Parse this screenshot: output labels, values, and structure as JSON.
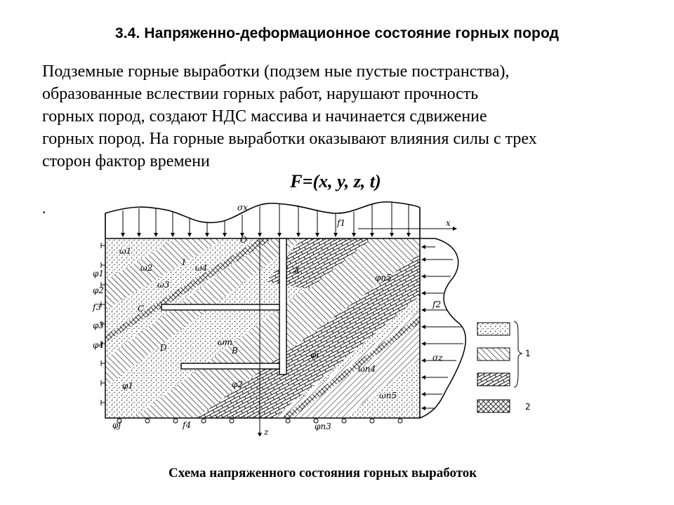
{
  "slide": {
    "title": "3.4. Напряженно-деформационное  состояние горных пород",
    "paragraph_lines": [
      "Подземные горные выработки (подзем ные пустые постранства),",
      "образованные вслествии горных работ, нарушают  прочность",
      "горных пород,  создают НДС массива  и начинается сдвижение",
      "горных пород. На горные выработки оказывают влияния силы с трех",
      "сторон фактор времени"
    ],
    "formula": "F=(x, y, z, t)",
    "bullet_dot": ".",
    "caption": "Схема напряженного состояния горных выработок"
  },
  "diagram": {
    "labels": {
      "sigma_x": "σx",
      "sigma_z": "σz",
      "axis_x": "x",
      "axis_z": "z",
      "f1": "f1",
      "f2": "f2",
      "f3": "f3",
      "f4": "f4",
      "omega1": "ω1",
      "omega2": "ω2",
      "omega3": "ω3",
      "omega4": "ω4",
      "omega_m": "ωm",
      "omega_n4": "ωn4",
      "omega_n5": "ωn5",
      "phi1": "φ1",
      "phi2": "φ2",
      "phi3": "φ3",
      "phi4": "φ4",
      "phi_i": "φi",
      "phi_j": "φj",
      "phi_n3": "φn3",
      "phi_n5": "φn5",
      "point_A": "A",
      "point_B": "B",
      "point_C": "C",
      "point_D": "D",
      "point_O": "O",
      "num_1": "1",
      "legend_group_1": "1",
      "legend_group_2": "2"
    },
    "legend": [
      {
        "pattern": "sand-dots"
      },
      {
        "pattern": "diagonal-hatch"
      },
      {
        "pattern": "brick"
      },
      {
        "pattern": "cross-hatch"
      }
    ]
  }
}
